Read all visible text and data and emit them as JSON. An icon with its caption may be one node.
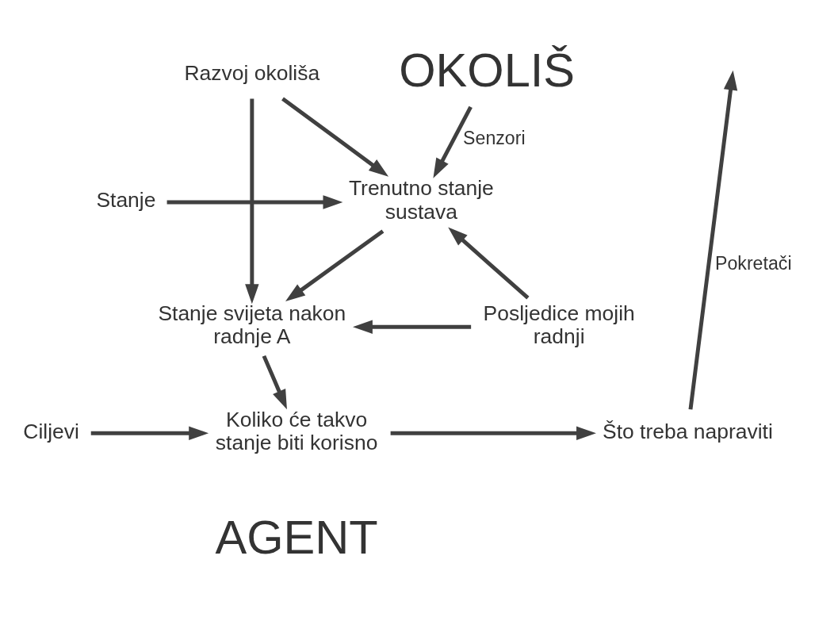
{
  "diagram": {
    "nodes": [
      {
        "text": [
          "OKOLIŠ"
        ]
      },
      {
        "text": [
          "Stanje"
        ]
      },
      {
        "text": [
          "Trenutno stanje sustava"
        ]
      },
      {
        "text": [
          "Razvoj okoliša"
        ]
      },
      {
        "text": [
          "Posljedice mojih radnji"
        ]
      },
      {
        "text": [
          "Stanje svijeta nakon radnje A"
        ]
      },
      {
        "text": [
          "Ciljevi"
        ]
      },
      {
        "text": [
          "Koliko će takvo stanje biti korisno"
        ]
      },
      {
        "text": [
          "Što treba napraviti"
        ]
      }
    ],
    "edges": [
      {
        "from": 0,
        "to": 2,
        "arrow": "to",
        "label": "Senzori"
      },
      {
        "from": 1,
        "to": 2,
        "arrow": "to"
      },
      {
        "from": 3,
        "to": 2,
        "arrow": "to"
      },
      {
        "from": 4,
        "to": 2,
        "arrow": "to"
      },
      {
        "from": 3,
        "to": 5,
        "arrow": "to"
      },
      {
        "from": 4,
        "to": 5,
        "arrow": "to"
      },
      {
        "from": 2,
        "to": 5,
        "arrow": "to"
      },
      {
        "from": 5,
        "to": 7,
        "arrow": "to"
      },
      {
        "from": 6,
        "to": 7,
        "arrow": "to"
      },
      {
        "from": 7,
        "to": 8,
        "arrow": "to"
      },
      {
        "from": 8,
        "to": null,
        "arrow": "to",
        "label": "Pokretači"
      }
    ],
    "labels": [
      "AGENT"
    ]
  }
}
